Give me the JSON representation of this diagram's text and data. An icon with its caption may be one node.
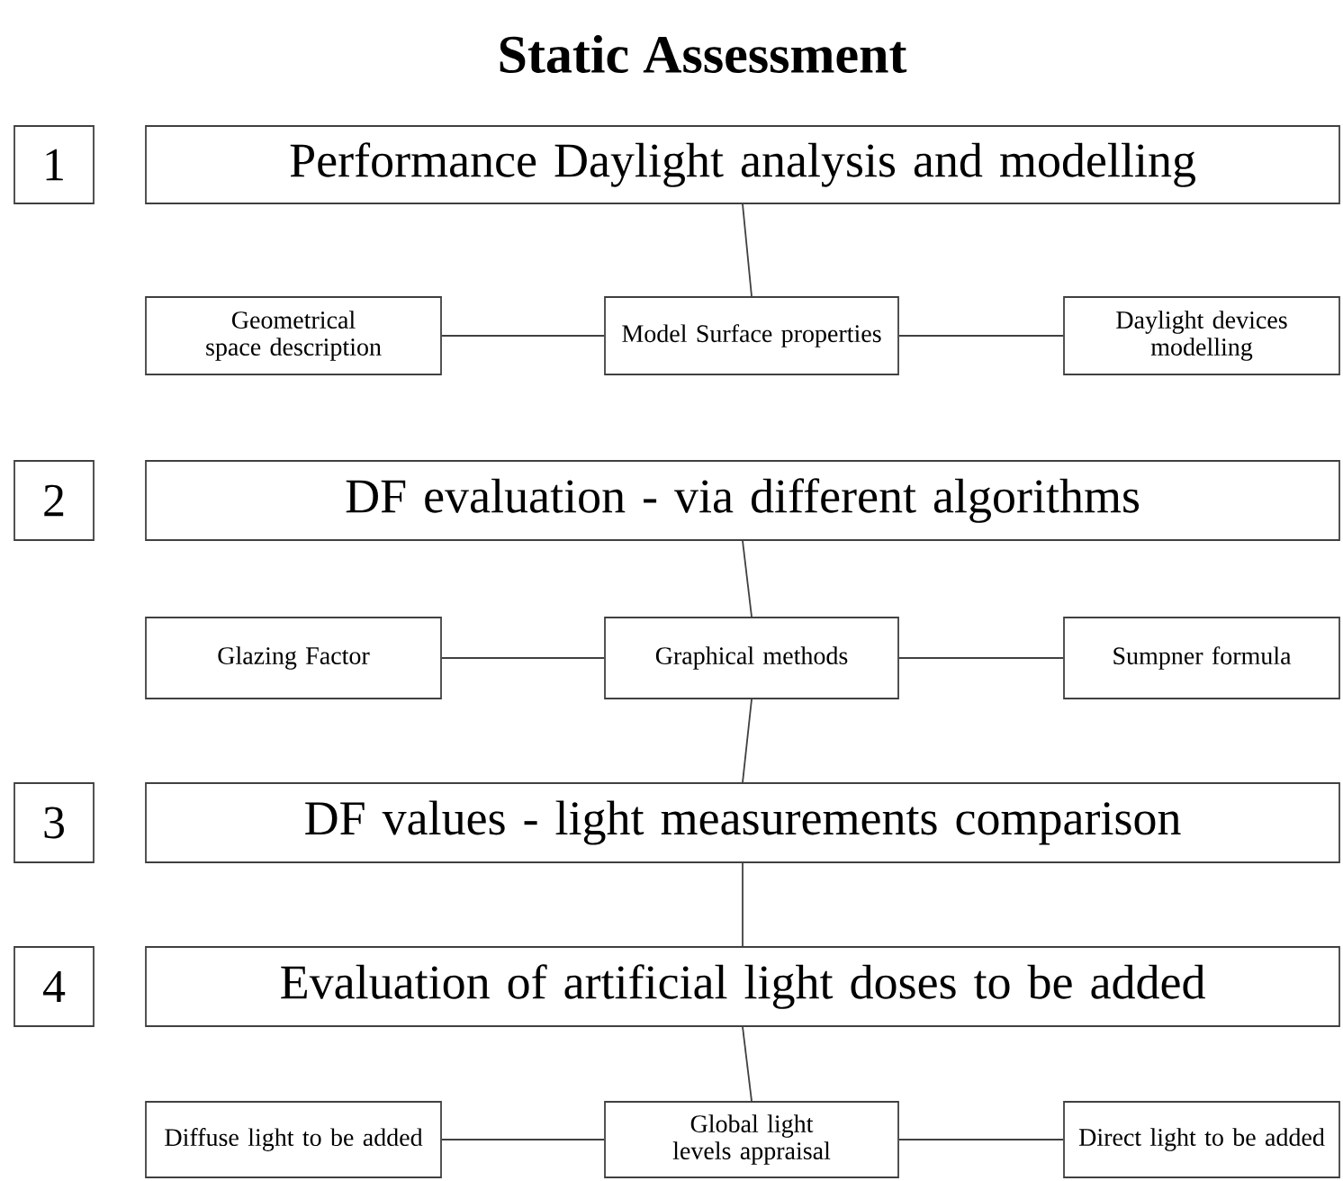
{
  "diagram": {
    "title": "Static Assessment",
    "nodes": [
      {
        "text": [
          "1"
        ]
      },
      {
        "text": [
          "Performance Daylight analysis and modelling"
        ]
      },
      {
        "text": [
          "Geometrical space description"
        ]
      },
      {
        "text": [
          "Model Surface properties"
        ]
      },
      {
        "text": [
          "Daylight devices modelling"
        ]
      },
      {
        "text": [
          "2"
        ]
      },
      {
        "text": [
          "DF evaluation -  via different algorithms"
        ]
      },
      {
        "text": [
          "Glazing Factor"
        ]
      },
      {
        "text": [
          "Graphical methods"
        ]
      },
      {
        "text": [
          "Sumpner formula"
        ]
      },
      {
        "text": [
          "3"
        ]
      },
      {
        "text": [
          "DF values - light measurements comparison"
        ]
      },
      {
        "text": [
          "4"
        ]
      },
      {
        "text": [
          "Evaluation of artificial light doses to be added"
        ]
      },
      {
        "text": [
          "Diffuse light to be added"
        ]
      },
      {
        "text": [
          "Global light levels appraisal"
        ]
      },
      {
        "text": [
          "Direct light to be added"
        ]
      }
    ],
    "edges": [
      {
        "from": 1,
        "to": 3,
        "arrow": "none"
      },
      {
        "from": 2,
        "to": 3,
        "arrow": "none"
      },
      {
        "from": 3,
        "to": 4,
        "arrow": "none"
      },
      {
        "from": 6,
        "to": 8,
        "arrow": "none"
      },
      {
        "from": 7,
        "to": 8,
        "arrow": "none"
      },
      {
        "from": 8,
        "to": 9,
        "arrow": "none"
      },
      {
        "from": 8,
        "to": 11,
        "arrow": "none"
      },
      {
        "from": 11,
        "to": 13,
        "arrow": "none"
      },
      {
        "from": 13,
        "to": 15,
        "arrow": "none"
      },
      {
        "from": 14,
        "to": 15,
        "arrow": "none"
      },
      {
        "from": 15,
        "to": 16,
        "arrow": "none"
      }
    ]
  }
}
